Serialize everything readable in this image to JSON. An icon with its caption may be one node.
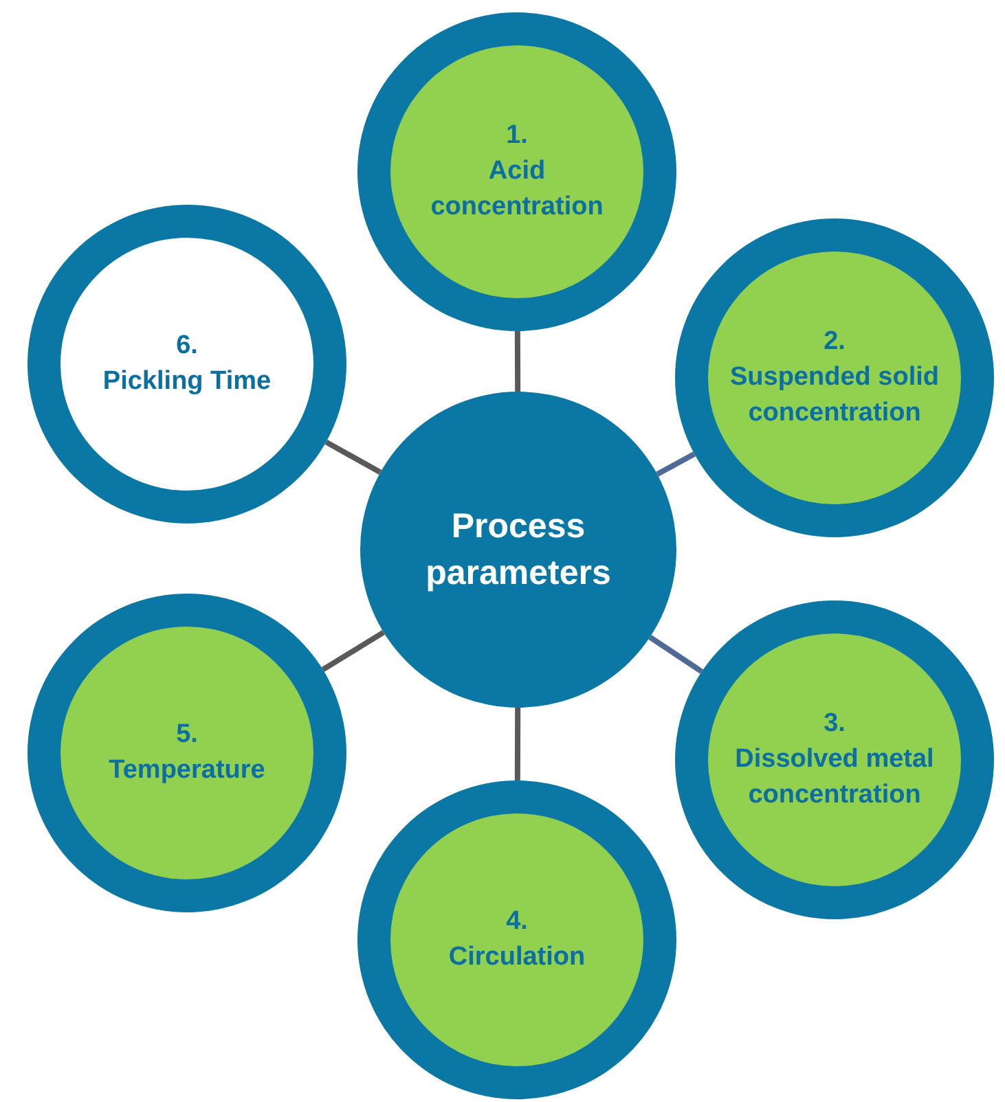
{
  "diagram": {
    "nodes": [
      {
        "text": [
          "Process parameters"
        ]
      },
      {
        "text": [
          "1.",
          "Acid concentration"
        ]
      },
      {
        "text": [
          "2.",
          "Suspended solid concentration"
        ]
      },
      {
        "text": [
          "3.",
          "Dissolved metal concentration"
        ]
      },
      {
        "text": [
          "4.",
          "Circulation"
        ]
      },
      {
        "text": [
          "5.",
          "Temperature"
        ]
      },
      {
        "text": [
          "6.",
          "Pickling Time"
        ]
      }
    ],
    "edges": [
      {
        "from": 0,
        "to": 1,
        "arrow": "none"
      },
      {
        "from": 0,
        "to": 2,
        "arrow": "none",
        "color": "#4f6a96"
      },
      {
        "from": 0,
        "to": 3,
        "arrow": "none",
        "color": "#4f6a96"
      },
      {
        "from": 0,
        "to": 4,
        "arrow": "none"
      },
      {
        "from": 0,
        "to": 5,
        "arrow": "none"
      },
      {
        "from": 0,
        "to": 6,
        "arrow": "none"
      }
    ]
  }
}
